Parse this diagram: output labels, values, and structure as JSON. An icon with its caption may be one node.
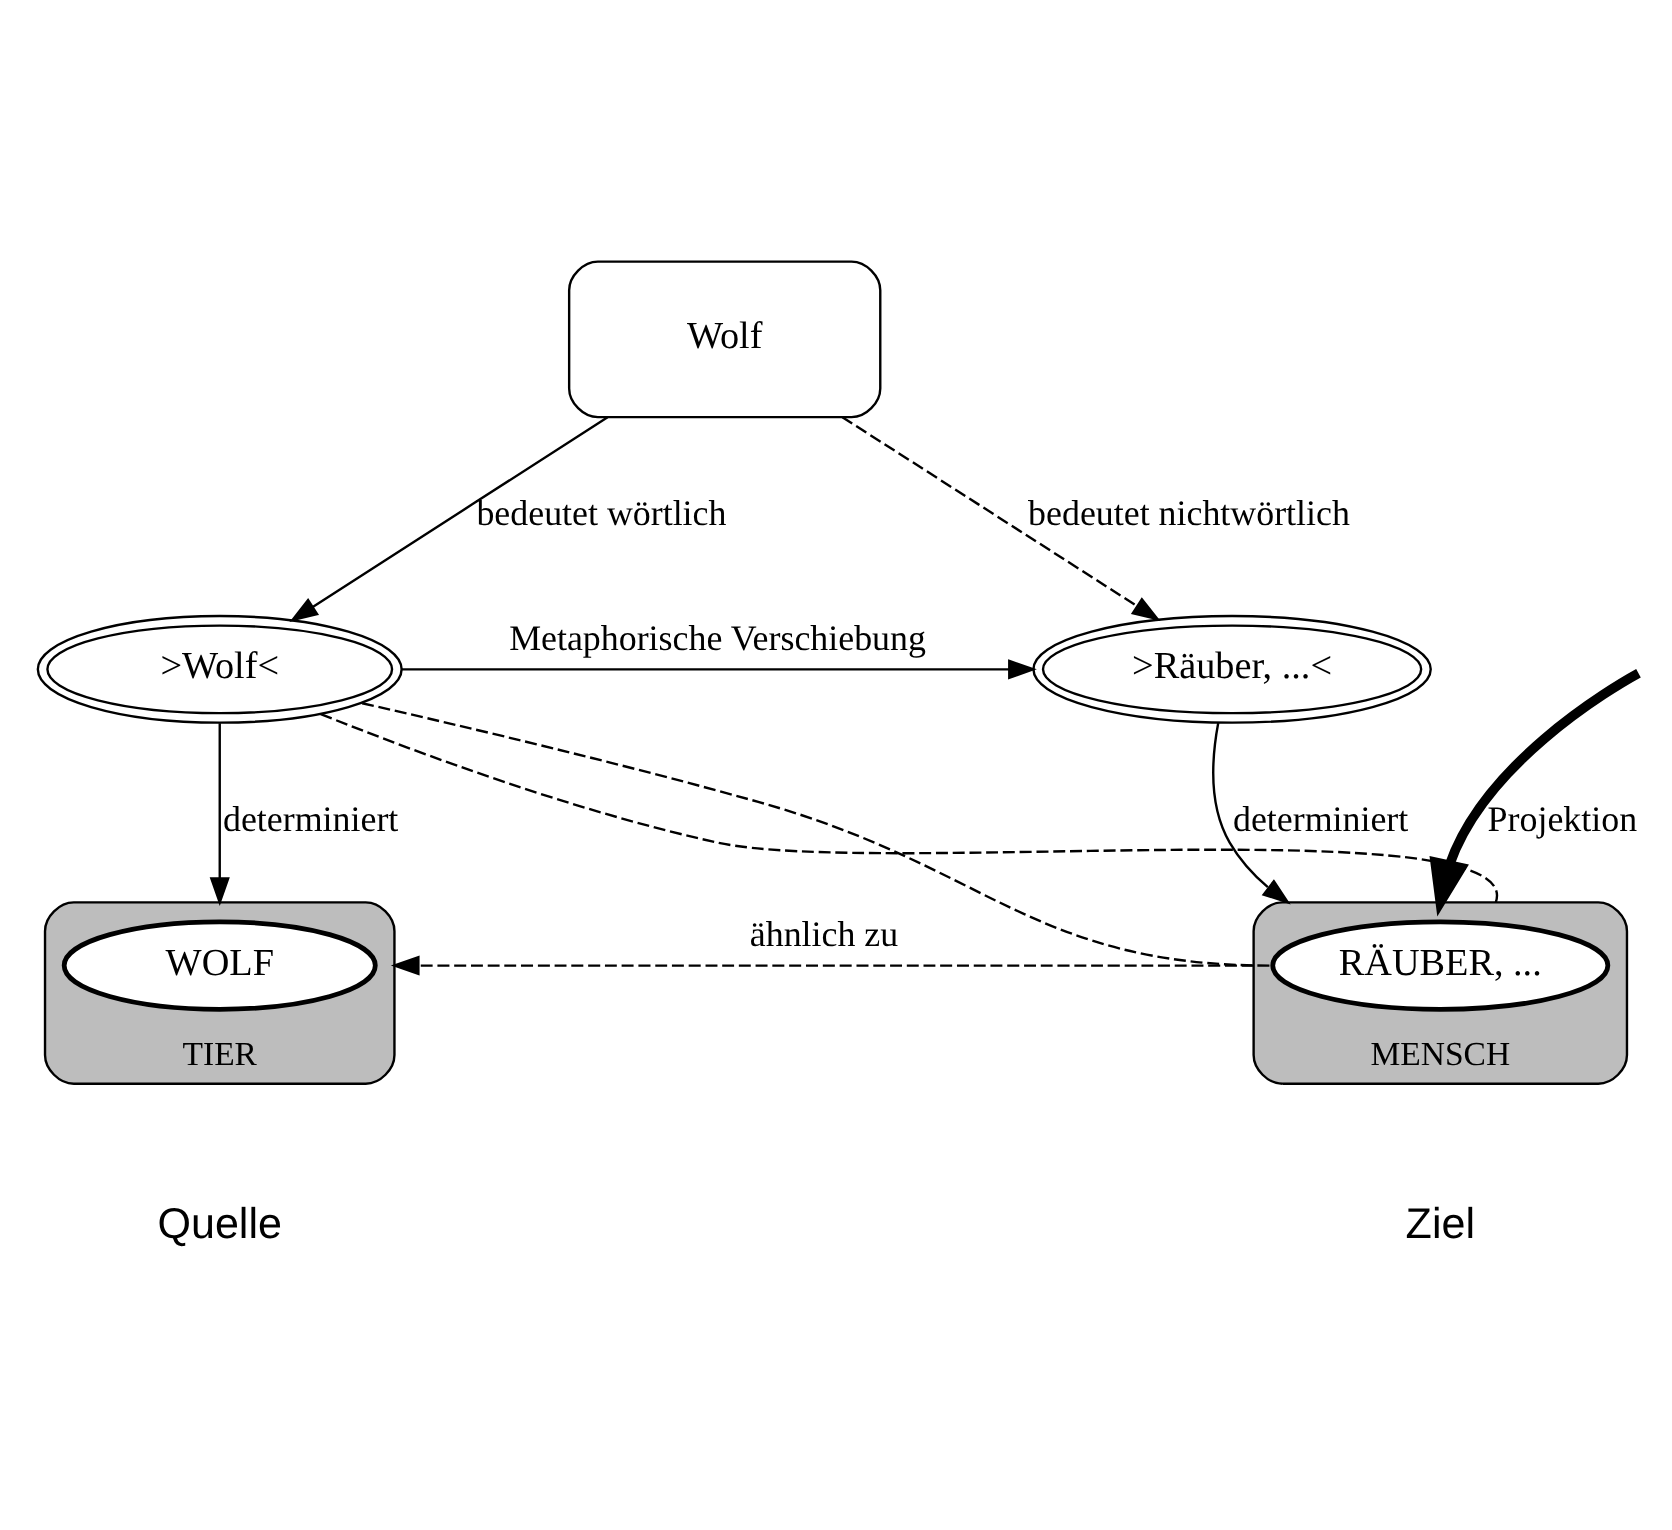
{
  "diagram": {
    "nodes": [
      {
        "text": [
          "Wolf"
        ]
      },
      {
        "text": [
          ">Wolf<"
        ]
      },
      {
        "text": [
          ">Räuber, ...<"
        ]
      },
      {
        "text": [
          "TIER"
        ],
        "beside": [
          "Quelle"
        ]
      },
      {
        "text": [
          "WOLF"
        ],
        "in": 3
      },
      {
        "text": [
          "MENSCH"
        ],
        "beside": [
          "Ziel"
        ]
      },
      {
        "text": [
          "RÄUBER, ..."
        ],
        "in": 5
      }
    ],
    "edges": [
      {
        "from": 0,
        "to": 1,
        "arrow": "to",
        "label": "bedeutet wörtlich"
      },
      {
        "from": 0,
        "to": 2,
        "arrow": "to",
        "label": "bedeutet nichtwörtlich",
        "style": "dashed"
      },
      {
        "from": 1,
        "to": 2,
        "arrow": "to",
        "label": "Metaphorische Verschiebung"
      },
      {
        "from": 1,
        "to": 3,
        "arrow": "to",
        "label": "determiniert"
      },
      {
        "from": 2,
        "to": 5,
        "arrow": "to",
        "label": "determiniert"
      },
      {
        "from": null,
        "to": 5,
        "arrow": "to",
        "label": "Projektion",
        "style": "thick"
      },
      {
        "from": 1,
        "to": 5,
        "arrow": "none",
        "style": "dashed"
      },
      {
        "from": 1,
        "to": 6,
        "arrow": "none",
        "style": "dashed"
      },
      {
        "from": 5,
        "to": 3,
        "arrow": "to",
        "label": "ähnlich zu",
        "style": "dashed"
      }
    ]
  }
}
